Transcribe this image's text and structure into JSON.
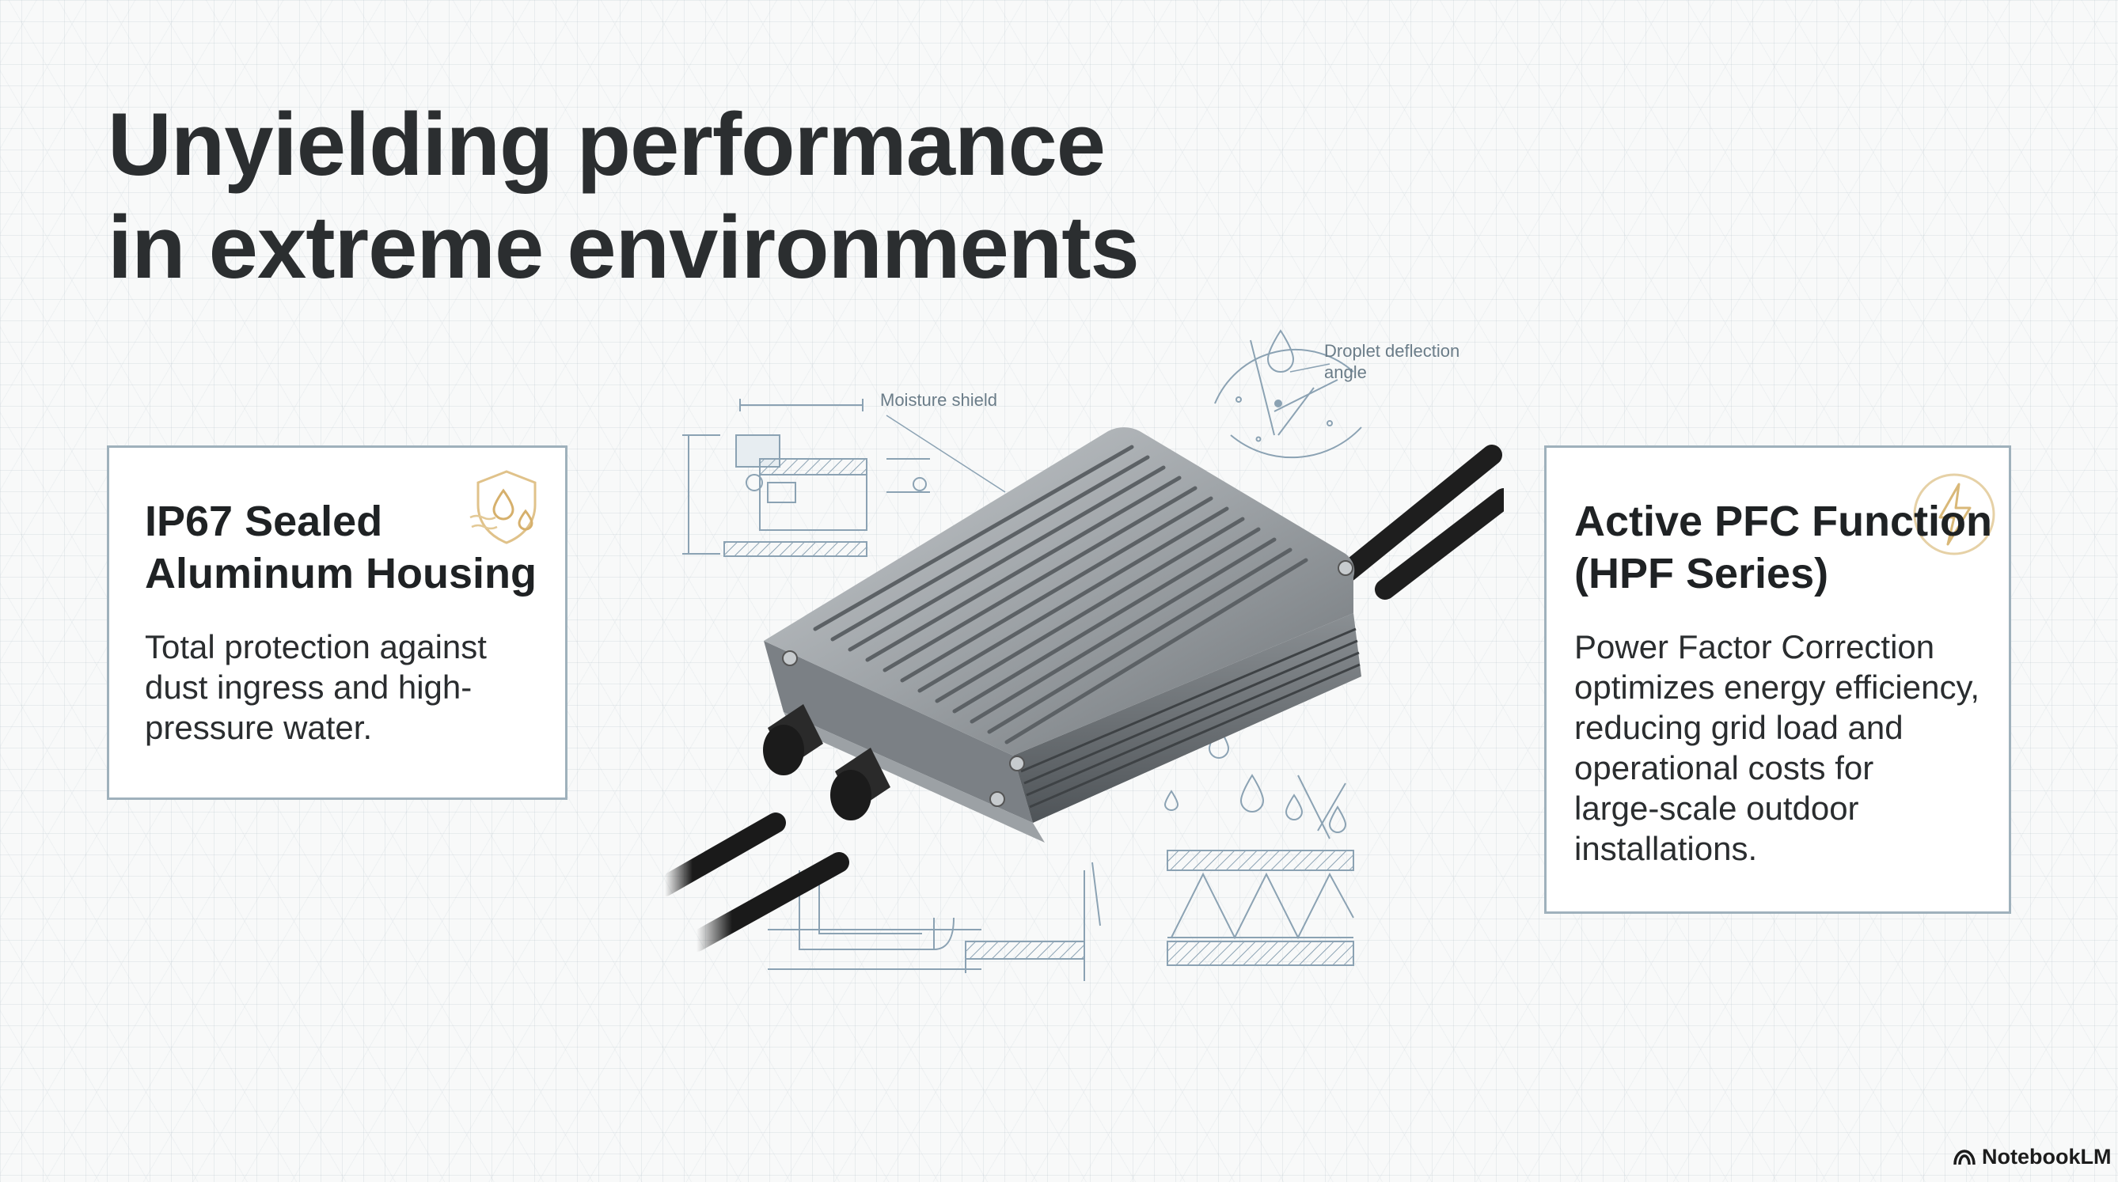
{
  "title": {
    "line1": "Unyielding performance",
    "line2": "in extreme environments"
  },
  "left_card": {
    "heading_line1": "IP67 Sealed",
    "heading_line2": "Aluminum Housing",
    "body_line1": "Total protection against",
    "body_line2": "dust ingress and high-",
    "body_line3": "pressure water.",
    "icon": "shield-water-drop-icon"
  },
  "right_card": {
    "heading_line1": "Active PFC Function",
    "heading_line2": "(HPF Series)",
    "body_line1": "Power Factor Correction",
    "body_line2": "optimizes energy efficiency,",
    "body_line3": "reducing grid load and",
    "body_line4": "operational costs for",
    "body_line5": "large-scale outdoor",
    "body_line6": "installations.",
    "icon": "circle-lightning-bolt-icon"
  },
  "illustration": {
    "label_moisture": "Moisture shield",
    "label_droplet_line1": "Droplet deflection",
    "label_droplet_line2": "angle"
  },
  "footer": {
    "brand": "NotebookLM",
    "icon": "notebooklm-logo-icon"
  },
  "colors": {
    "title": "#2b2e30",
    "card_border": "#9fb1bc",
    "sketch_lines": "#8ba2b3",
    "icon_accent": "#d9b878",
    "housing": "#8f9396"
  }
}
